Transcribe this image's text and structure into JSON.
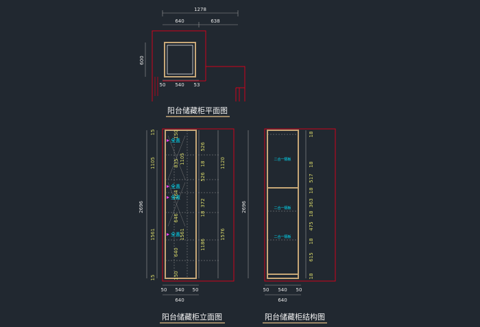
{
  "colors": {
    "background": "#212830",
    "outline_red": "#d0021b",
    "cabinet_tan": "#c8a878",
    "dimension_yellow": "#d9d96a",
    "label_cyan": "#00e5ff",
    "title_white": "#f2f2f2",
    "grey_line": "#9a9a9a"
  },
  "plan": {
    "title": "阳台储藏柜平面图",
    "dims": {
      "total_width": "1278",
      "left_width": "640",
      "right_width": "638",
      "depth": "600",
      "bottom_left": "50",
      "bottom_mid": "540",
      "bottom_right": "53"
    }
  },
  "elevation": {
    "title": "阳台储藏柜立面图",
    "total_height": "2696",
    "left_heights": [
      "15",
      "1105",
      "1561",
      "15"
    ],
    "inner_heights_a": [
      "15",
      "1105",
      "835"
    ],
    "inner_heights_b": [
      "646",
      "1561"
    ],
    "inner_heights_c": [
      "640",
      "150"
    ],
    "right_heights_a": [
      "526",
      "18",
      "526"
    ],
    "right_heights_b": [
      "372",
      "18",
      "1186"
    ],
    "far_right_heights": [
      "1120",
      "1576"
    ],
    "shelf_labels": [
      "全盖",
      "全盖",
      "全盖",
      "全盖"
    ],
    "mini_labels": [
      "150",
      "164",
      "150"
    ],
    "bottom_dims": [
      "50",
      "540",
      "50"
    ],
    "bottom_total": "640"
  },
  "structure": {
    "title": "阳台储藏柜结构图",
    "total_height": "2696",
    "right_heights": [
      "18",
      "18",
      "517",
      "18",
      "363",
      "18",
      "475",
      "18",
      "615",
      "18"
    ],
    "compartment_labels": [
      "二合一隔板",
      "二合一隔板",
      "二合一隔板"
    ],
    "bottom_dims": [
      "50",
      "540",
      "50"
    ],
    "bottom_total": "640"
  }
}
